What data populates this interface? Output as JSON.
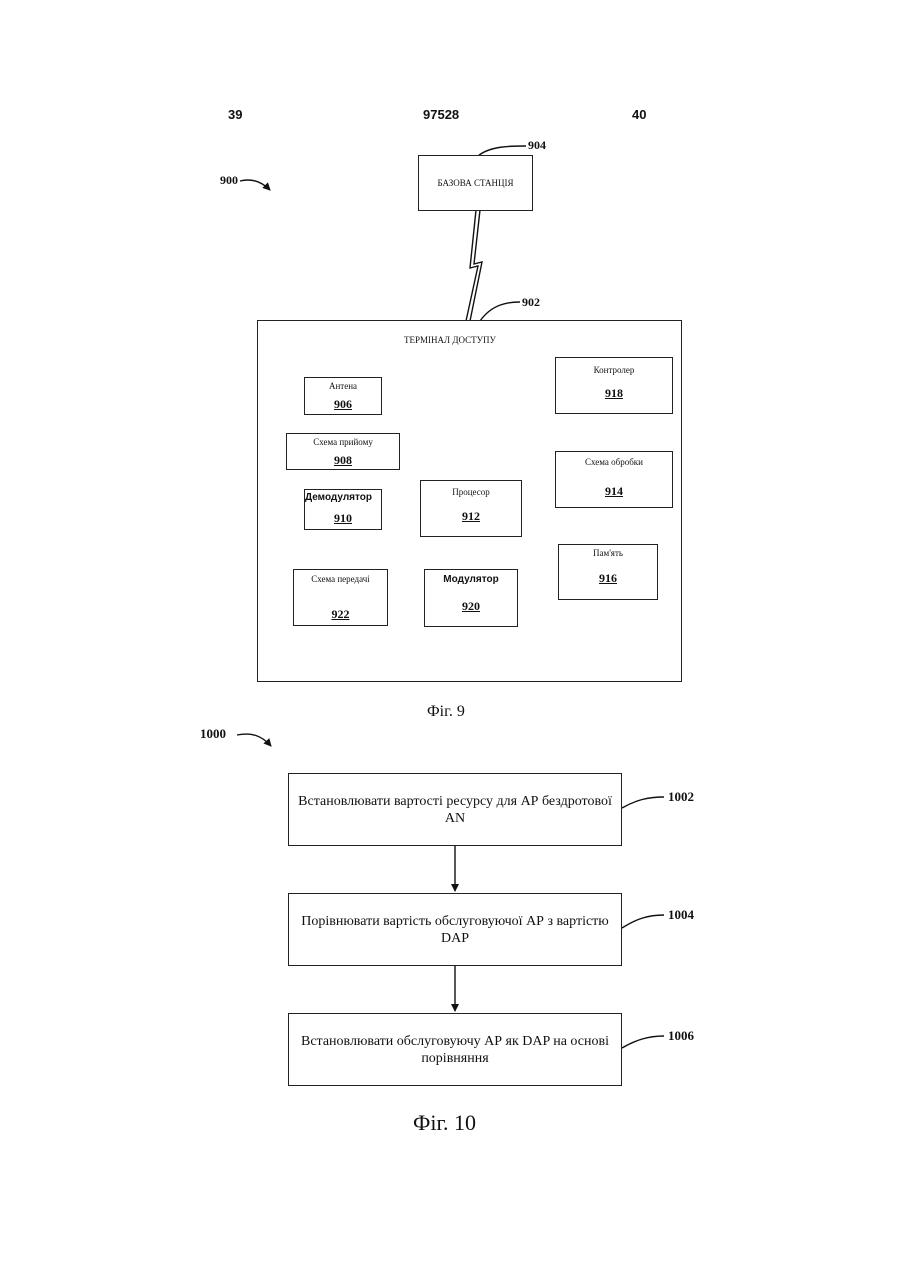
{
  "header": {
    "left_page": "39",
    "doc_number": "97528",
    "right_page": "40"
  },
  "fig9": {
    "ref_900": "900",
    "base_station": {
      "label": "БАЗОВА СТАНЦІЯ",
      "ref": "904"
    },
    "terminal": {
      "label": "ТЕРМІНАЛ ДОСТУПУ",
      "ref": "902"
    },
    "blocks": {
      "antenna": {
        "label": "Антена",
        "num": "906"
      },
      "receiver": {
        "label": "Схема прийому",
        "num": "908"
      },
      "demodulator": {
        "label": "Демодулятор",
        "num": "910"
      },
      "processor": {
        "label": "Процесор",
        "num": "912"
      },
      "modulator": {
        "label": "Модулятор",
        "num": "920"
      },
      "transmitter": {
        "label": "Схема передачі",
        "num": "922"
      },
      "controller": {
        "label": "Контролер",
        "num": "918"
      },
      "processing": {
        "label": "Схема обробки",
        "num": "914"
      },
      "memory": {
        "label": "Пам'ять",
        "num": "916"
      }
    },
    "caption": "Фіг. 9"
  },
  "fig10": {
    "ref_1000": "1000",
    "steps": [
      {
        "text": "Встановлювати вартості ресурсу для АР бездротової AN",
        "ref": "1002"
      },
      {
        "text": "Порівнювати вартість обслуговуючої АР з вартістю DAP",
        "ref": "1004"
      },
      {
        "text": "Встановлювати обслуговуючу АР як DAP на основі порівняння",
        "ref": "1006"
      }
    ],
    "caption": "Фіг. 10"
  }
}
